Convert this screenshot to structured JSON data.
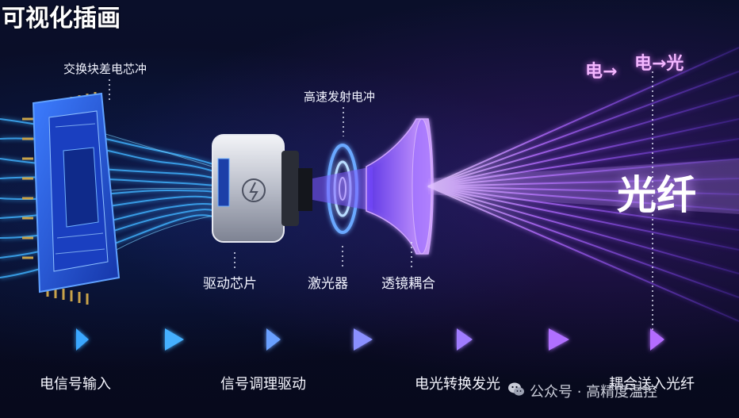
{
  "title": "可视化插画",
  "labels": {
    "exchange_pulse": "交换块差电芯冲",
    "high_speed_pulse": "高速发射电冲",
    "driver_chip": "驱动芯片",
    "laser": "激光器",
    "lens_coupling": "透镜耦合",
    "fiber": "光纤",
    "elec_arrow_1": "电→",
    "elec_arrow_2": "电→光"
  },
  "steps": [
    {
      "label": "电信号输入"
    },
    {
      "label": "信号调理驱动"
    },
    {
      "label": "电光转换发光"
    },
    {
      "label": "耦合送入光纤"
    }
  ],
  "watermark": {
    "text": "公众号 · 高精度温控",
    "icon": "wechat-icon"
  },
  "colors": {
    "blue": "#3aa8ff",
    "purple": "#b46cff",
    "pink": "#f3b6ff",
    "background": "#070b1e"
  }
}
